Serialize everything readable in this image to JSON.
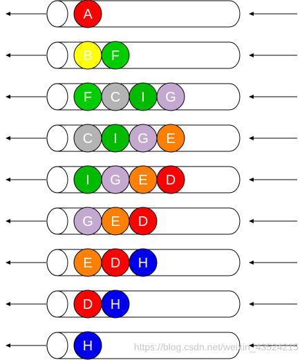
{
  "queue_states": [
    [
      {
        "letter": "A",
        "color": "#ff0000"
      }
    ],
    [
      {
        "letter": "B",
        "color": "#ffff00"
      },
      {
        "letter": "F",
        "color": "#00cc00"
      }
    ],
    [
      {
        "letter": "F",
        "color": "#00cc00"
      },
      {
        "letter": "C",
        "color": "#b3b3b3"
      },
      {
        "letter": "I",
        "color": "#00bb00"
      },
      {
        "letter": "G",
        "color": "#c3a9cf"
      }
    ],
    [
      {
        "letter": "C",
        "color": "#b3b3b3"
      },
      {
        "letter": "I",
        "color": "#00bb00"
      },
      {
        "letter": "G",
        "color": "#c3a9cf"
      },
      {
        "letter": "E",
        "color": "#ff8000"
      }
    ],
    [
      {
        "letter": "I",
        "color": "#00bb00"
      },
      {
        "letter": "G",
        "color": "#c3a9cf"
      },
      {
        "letter": "E",
        "color": "#ff8000"
      },
      {
        "letter": "D",
        "color": "#ff0000"
      }
    ],
    [
      {
        "letter": "G",
        "color": "#c3a9cf"
      },
      {
        "letter": "E",
        "color": "#ff8000"
      },
      {
        "letter": "D",
        "color": "#ff0000"
      }
    ],
    [
      {
        "letter": "E",
        "color": "#ff8000"
      },
      {
        "letter": "D",
        "color": "#ff0000"
      },
      {
        "letter": "H",
        "color": "#0000ee"
      }
    ],
    [
      {
        "letter": "D",
        "color": "#ff0000"
      },
      {
        "letter": "H",
        "color": "#0000ee"
      }
    ],
    [
      {
        "letter": "H",
        "color": "#0000ee"
      }
    ]
  ],
  "label_colors": {
    "default": "#ffffff"
  },
  "watermark": "https://blog.csdn.net/weixin_43524215"
}
